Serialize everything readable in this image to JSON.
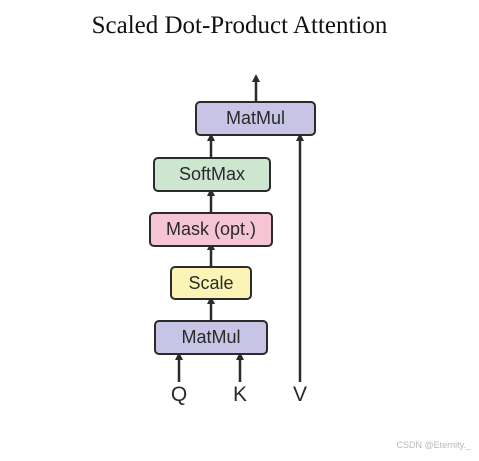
{
  "title": "Scaled Dot-Product Attention",
  "blocks": {
    "matmul_top": "MatMul",
    "softmax": "SoftMax",
    "mask": "Mask (opt.)",
    "scale": "Scale",
    "matmul_bottom": "MatMul"
  },
  "inputs": {
    "q": "Q",
    "k": "K",
    "v": "V"
  },
  "watermark": "CSDN @Eternity._",
  "colors": {
    "matmul": "#c7c4e5",
    "softmax": "#cde6cf",
    "mask": "#f5c5d4",
    "scale": "#fbf4b6",
    "border": "#2b2b2b"
  }
}
